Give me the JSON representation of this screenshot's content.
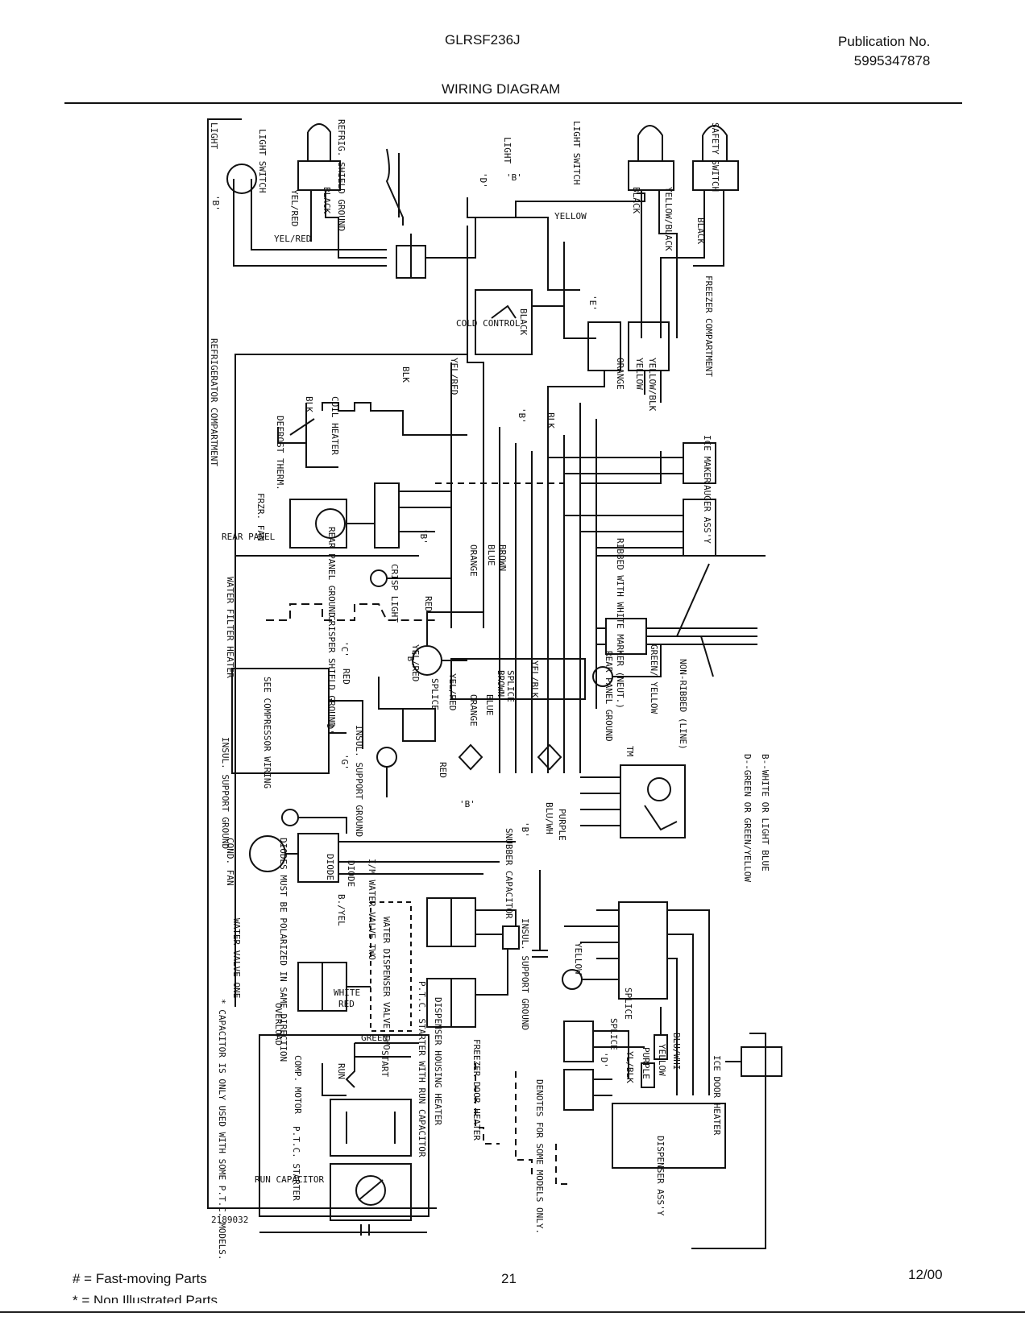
{
  "header": {
    "model": "GLRSF236J",
    "publication_label": "Publication No.",
    "publication_number": "5995347878",
    "title": "WIRING DIAGRAM"
  },
  "diagram": {
    "drawing_number": "2189032",
    "labels": {
      "light_left": "LIGHT",
      "light_switch_left": "LIGHT SWITCH",
      "refrig_shield_ground": "REFRIG. SHIELD GROUND",
      "yel_red_a": "YEL/RED",
      "black_a": "BLACK",
      "yel_red_b": "YEL/RED",
      "light_right": "LIGHT",
      "light_switch_right": "LIGHT SWITCH",
      "safety_switch": "SAFETY SWITCH",
      "black_b": "BLACK",
      "yellow_black": "YELLOW/BLACK",
      "black_c": "BLACK",
      "yellow_a": "YELLOW",
      "freezer_compartment": "FREEZER COMPARTMENT",
      "refrigerator_compartment": "REFRIGERATOR COMPARTMENT",
      "cold_control": "COLD CONTROL",
      "black_d": "BLACK",
      "yellow_blk": "YELLOW/BLK",
      "yellow_b": "YELLOW",
      "orange_a": "ORANGE",
      "ice_maker": "ICE MAKER",
      "auger_assy": "AUGER ASS'Y",
      "coil_heater": "COIL HEATER",
      "defrost_therm": "DEFROST THERM.",
      "blk_a": "BLK",
      "blk_b": "BLK",
      "blk_c": "BLK",
      "yel_red_c": "YEL/RED",
      "frzr_fan": "FRZR. FAN",
      "rear_panel": "REAR PANEL",
      "rear_panel_ground": "REAR PANEL GROUND",
      "water_filter_heater": "WATER FILTER HEATER",
      "crisp_light": "CRISP LIGHT",
      "red_a": "RED",
      "orange_b": "ORANGE",
      "blue_a": "BLUE",
      "brown_a": "BROWN",
      "ribbed_with_white_marker": "RIBBED WITH WHITE MARKER (NEUT.)",
      "green_yellow": "GREEN/ YELLOW",
      "non_ribbed_line": "NON-RIBBED (LINE)",
      "rear_panel_ground_b": "REAR PANEL GROUND",
      "crisper_shield_ground": "CRISPER SHIELD GROUND",
      "yel_red_d": "YEL/RED",
      "see_compressor_wiring": "SEE COMPRESSOR WIRING",
      "red_b": "RED",
      "splice_a": "SPLICE",
      "yel_red_e": "YEL/RED",
      "orange_c": "ORANGE",
      "blue_b": "BLUE",
      "brown_b": "BROWN",
      "splice_b": "SPLICE",
      "yel_blk_a": "YEL/BLK",
      "insul_support_ground_a": "INSUL. SUPPORT GROUND",
      "insul_support_ground_b": "INSUL. SUPPORT GROUND",
      "red_c": "RED",
      "tm": "TM",
      "legend_b": "B--WHITE OR LIGHT BLUE",
      "legend_d": "D--GREEN OR GREEN/YELLOW",
      "purple_a": "PURPLE",
      "blu_wh": "BLU/WH",
      "snubber_capacitor": "SNUBBER CAPACITOR",
      "cond_fan": "COND. FAN",
      "diodes_polarized": "DIODES MUST BE POLARIZED IN SAME DIRECTION",
      "diode_a": "DIODE",
      "diode_b": "DIODE",
      "b_yel": "B./YEL",
      "ice_water_valve_two": "I/M WATER VALVE TWO",
      "water_dispenser_valve_two": "WATER DISPENSER VALVE TWO",
      "water_valve_one": "WATER VALVE ONE",
      "insul_support_ground_c": "INSUL. SUPPORT GROUND",
      "yellow_c": "YELLOW",
      "capacitor_note": "* CAPACITOR IS ONLY USED WITH SOME P.T.C. MODELS.",
      "overload": "OVERLOAD",
      "white": "WHITE",
      "red_d": "RED",
      "green": "GREEN",
      "comp_motor": "COMP. MOTOR",
      "run": "RUN",
      "start": "START",
      "ptc_starter": "P.T.C. STARTER",
      "run_capacitor": "RUN CAPACITOR",
      "ptc_starter_with_run_capacitor": "P.T.C. STARTER WITH RUN CAPACITOR",
      "dispenser_housing_heater": "DISPENSER HOUSING HEATER",
      "freezer_door_heater": "FREEZER DOOR HEATER",
      "denotes_for_some_models": "DENOTES FOR SOME MODELS ONLY.",
      "splice_c": "SPLICE",
      "splice_d": "SPLICE",
      "yl_blk": "YL/BLK",
      "purple_b": "PURPLE",
      "yellow_d": "YELLOW",
      "blu_whi": "BLU/WHI",
      "ice_door_heater": "ICE DOOR HEATER",
      "dispenser_assy": "DISPENSER ASS'Y",
      "tag_b_1": "'B'",
      "tag_b_2": "'B'",
      "tag_b_3": "'B'",
      "tag_b_4": "'B'",
      "tag_b_5": "'B'",
      "tag_b_6": "'B'",
      "tag_b_7": "'B'",
      "tag_d_1": "'D'",
      "tag_d_2": "'D'",
      "tag_d_3": "'D'",
      "tag_e": "'E'",
      "tag_c": "'C'",
      "tag_g": "'G'"
    }
  },
  "footer": {
    "fast_moving": "# = Fast-moving Parts",
    "non_illustrated": "* = Non Illustrated Parts",
    "page_number": "21",
    "date": "12/00"
  }
}
